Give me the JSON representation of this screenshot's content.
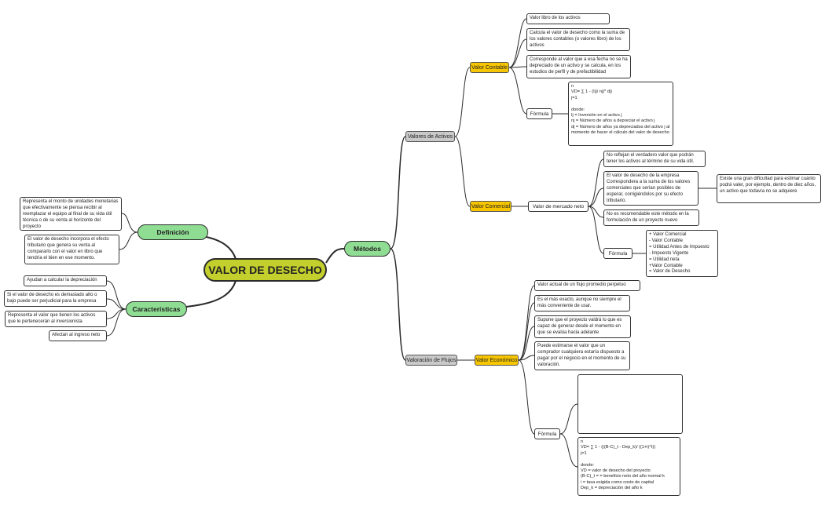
{
  "central": "VALOR DE DESECHO",
  "definicion": {
    "label": "Definición",
    "items": [
      "Representa el monto de unidades monetarias que efectivamente se piensa recibir al reemplazar el equipo al final de su vida útil técnica o de su venta al horizonte del proyecto",
      "El valor de desecho incorpora el efecto tributario que genera su venta al compararlo con el valor en libro que tendría el bien en ese momento."
    ]
  },
  "caracteristicas": {
    "label": "Características",
    "items": [
      "Ayudan a calcular la depreciación",
      "Si el valor de desecho es demasiado alto o bajo puede ser perjudicial para la empresa",
      "Representa el valor que tienen los activos que le pertenecerán al inversionista",
      "Afectan al ingreso neto"
    ]
  },
  "metodos": {
    "label": "Métodos",
    "valores_activos": {
      "label": "Valores de Activos",
      "valor_contable": {
        "label": "Valor Contable",
        "items": [
          "Valor libro de los activos",
          "Calcula el valor de desecho como la suma de los valores contables (o valores libro) de los activos",
          "Corresponde al valor que a esa fecha no se ha depreciado de un activo y se calcula, en los estudios de perfil y de prefactibilidad"
        ],
        "formula_label": "Fórmula",
        "formula_text": "          n\nVD=  ∑     1 - (I(j/ nj)* dj)\n        j=1\n\ndonde:\nIj = Inversión en el activo j\nnj = Número de años a depreciar el activo j\ndj = Número de años ya depreciados del activo j al momento de hacer el cálculo del valor de desecho"
      },
      "valor_comercial": {
        "label": "Valor Comercial",
        "mercado_neto": {
          "label": "Valor de mercado neto",
          "items": [
            "No reflejan el verdadero valor que podrán tener los activos al término de su vida útil.",
            "El valor de desecho de la empresa Correspondera a la suma de los valores comerciales que serían posibles de esperar, corrigiéndolos por su efecto tributario.",
            "No es recomendable este método en la formulación de un proyecto nuevo"
          ],
          "side_note": "Existe una gran dificultad para estimar cuánto podrá valer, por ejemplo, dentro de diez años, un activo que todavía no se adquiere",
          "formula_label": "Fórmula",
          "formula_text": "+ Valor Comercial\n- Valor Contable\n= Utilidad Antes de Impuesto\n- Impuesto Vigente\n= Utilidad neta\n+Valor Contable\n= Valor de Desecho"
        }
      }
    },
    "valoracion_flujos": {
      "label": "Valoración de Flujos",
      "valor_economico": {
        "label": "Valor Económico",
        "items": [
          "Valor actual de un flujo promedio perpetuo",
          "Es el más exacto, aunque no siempre el más conveniente de usar.",
          "Supone que el proyecto valdrá lo que es capaz de generar desde el momento en que se evalúa hacia adelante",
          "Puede estimarse el valor que un comprador cualquiera estaría dispuesto a pagar por el negocio en el momento de su valoración."
        ],
        "formula_label": "Fórmula",
        "formula_text": "          n\nVD=  ∑     1 - (((B-C)_t  - Dep_k)/ ((1+i)^t))\n        j=1\n\ndonde:\nVD = valor de desecho del proyecto\n(B-C)_t = = beneficio neto del año normal k\ni = tasa exigida como costo de capital\nDep_k = depreciación del año k"
      }
    }
  }
}
